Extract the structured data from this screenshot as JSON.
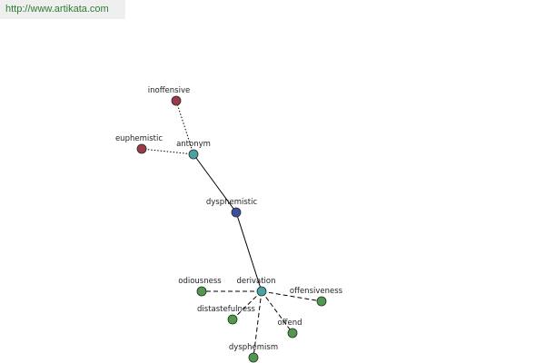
{
  "url": "http://www.artikata.com",
  "colors": {
    "hub": "#4aa3a3",
    "center": "#3a4fa0",
    "antonym_leaf": "#9b3a46",
    "derivation_leaf": "#4f9a4f",
    "url_text": "#2e7d32",
    "url_background": "#efefef"
  },
  "nodes": [
    {
      "id": "inoffensive",
      "label": "inoffensive",
      "group": "antonym_leaf"
    },
    {
      "id": "euphemistic",
      "label": "euphemistic",
      "group": "antonym_leaf"
    },
    {
      "id": "antonym",
      "label": "antonym",
      "group": "hub"
    },
    {
      "id": "dysphemistic",
      "label": "dysphemistic",
      "group": "center"
    },
    {
      "id": "derivation",
      "label": "derivation",
      "group": "hub"
    },
    {
      "id": "odiousness",
      "label": "odiousness",
      "group": "derivation_leaf"
    },
    {
      "id": "offensiveness",
      "label": "offensiveness",
      "group": "derivation_leaf"
    },
    {
      "id": "distastefulness",
      "label": "distastefulness",
      "group": "derivation_leaf"
    },
    {
      "id": "offend",
      "label": "offend",
      "group": "derivation_leaf"
    },
    {
      "id": "dysphemism",
      "label": "dysphemism",
      "group": "derivation_leaf"
    }
  ],
  "edges": [
    {
      "from": "antonym",
      "to": "inoffensive",
      "style": "dotted"
    },
    {
      "from": "antonym",
      "to": "euphemistic",
      "style": "dotted"
    },
    {
      "from": "dysphemistic",
      "to": "antonym",
      "style": "solid"
    },
    {
      "from": "dysphemistic",
      "to": "derivation",
      "style": "solid"
    },
    {
      "from": "derivation",
      "to": "odiousness",
      "style": "dashed"
    },
    {
      "from": "derivation",
      "to": "offensiveness",
      "style": "dashed"
    },
    {
      "from": "derivation",
      "to": "distastefulness",
      "style": "dashed"
    },
    {
      "from": "derivation",
      "to": "offend",
      "style": "dashed"
    },
    {
      "from": "derivation",
      "to": "dysphemism",
      "style": "dashed"
    }
  ]
}
